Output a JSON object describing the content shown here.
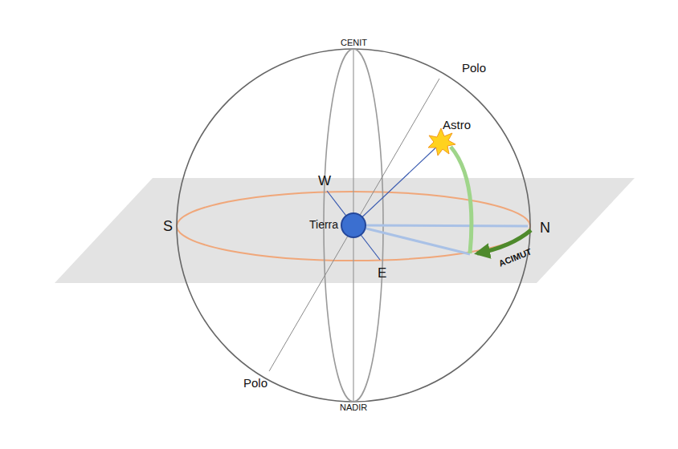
{
  "diagram": {
    "labels": [
      "CENIT",
      "Polo",
      "Astro",
      "W",
      "S",
      "Tierra",
      "N",
      "E",
      "ACIMUT",
      "Polo",
      "NADIR"
    ]
  }
}
